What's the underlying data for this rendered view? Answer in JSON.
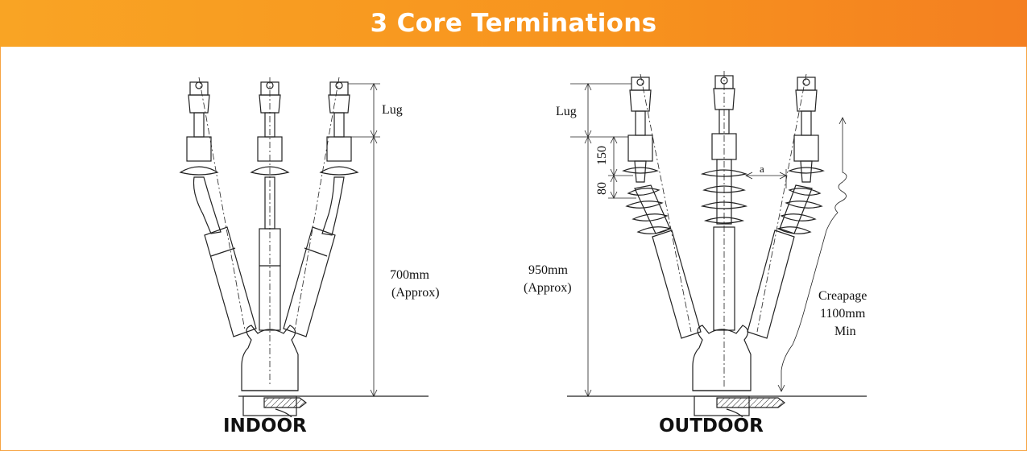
{
  "header": {
    "title": "3 Core Terminations"
  },
  "indoor": {
    "caption": "INDOOR",
    "lug_label": "Lug",
    "height_label": "700mm",
    "height_note": "(Approx)"
  },
  "outdoor": {
    "caption": "OUTDOOR",
    "lug_label": "Lug",
    "height_label": "950mm",
    "height_note": "(Approx)",
    "dim_150": "150",
    "dim_80": "80",
    "dim_a": "a",
    "creepage_line1": "Creapage",
    "creepage_line2": "1100mm",
    "creepage_line3": "Min"
  },
  "colors": {
    "header_start": "#f9a424",
    "header_end": "#f47f20",
    "line": "#222222"
  }
}
